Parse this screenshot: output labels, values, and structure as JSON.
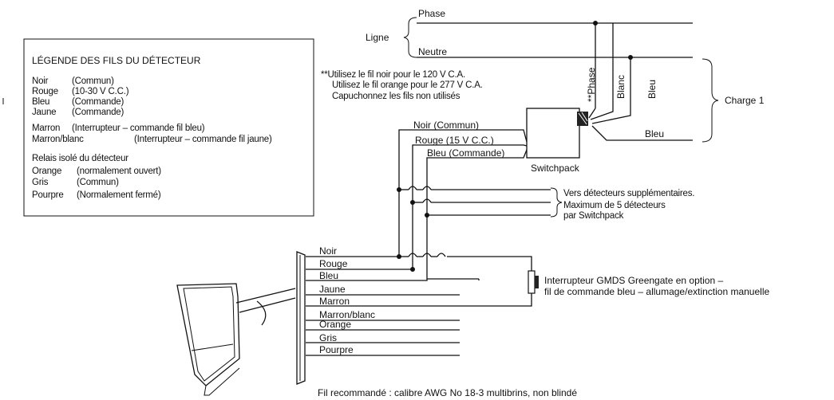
{
  "legend": {
    "title": "LÉGENDE DES FILS DU DÉTECTEUR",
    "rows": [
      {
        "name": "Noir",
        "desc": "(Commun)"
      },
      {
        "name": "Rouge",
        "desc": "(10-30 V C.C.)"
      },
      {
        "name": "Bleu",
        "desc": "(Commande)"
      },
      {
        "name": "Jaune",
        "desc": "(Commande)"
      },
      {
        "name": "Marron",
        "desc": "(Interrupteur – commande fil bleu)"
      },
      {
        "name": "Marron/blanc",
        "desc": "(Interrupteur – commande fil jaune)"
      }
    ],
    "relay_title": "Relais isolé du détecteur",
    "relay_rows": [
      {
        "name": "Orange",
        "desc": "(normalement ouvert)"
      },
      {
        "name": "Gris",
        "desc": "(Commun)"
      },
      {
        "name": "Pourpre",
        "desc": "(Normalement fermé)"
      }
    ]
  },
  "line": {
    "label": "Ligne",
    "phase": "Phase",
    "neutre": "Neutre"
  },
  "notes": [
    "**Utilisez le fil noir pour le 120 V C.A.",
    "Utilisez le fil orange pour le 277 V C.A.",
    "Capuchonnez les fils non utilisés"
  ],
  "switchpack": {
    "label": "Switchpack",
    "inputs": [
      "Noir (Commun)",
      "Rouge (15 V C.C.)",
      "Bleu (Commande)"
    ],
    "outputs": [
      "**Phase",
      "Blanc",
      "Bleu"
    ],
    "load_wire": "Bleu"
  },
  "load": {
    "label": "Charge 1"
  },
  "extra_detectors": [
    "Vers détecteurs supplémentaires.",
    "Maximum de 5 détecteurs",
    "par Switchpack"
  ],
  "detector_wires": [
    "Noir",
    "Rouge",
    "Bleu",
    "Jaune",
    "Marron",
    "Marron/blanc",
    "Orange",
    "Gris",
    "Pourpre"
  ],
  "switch": {
    "line1": "Interrupteur GMDS Greengate en option –",
    "line2": "fil de commande bleu – allumage/extinction manuelle"
  },
  "footer": "Fil recommandé : calibre AWG No 18-3 multibrins, non blindé"
}
